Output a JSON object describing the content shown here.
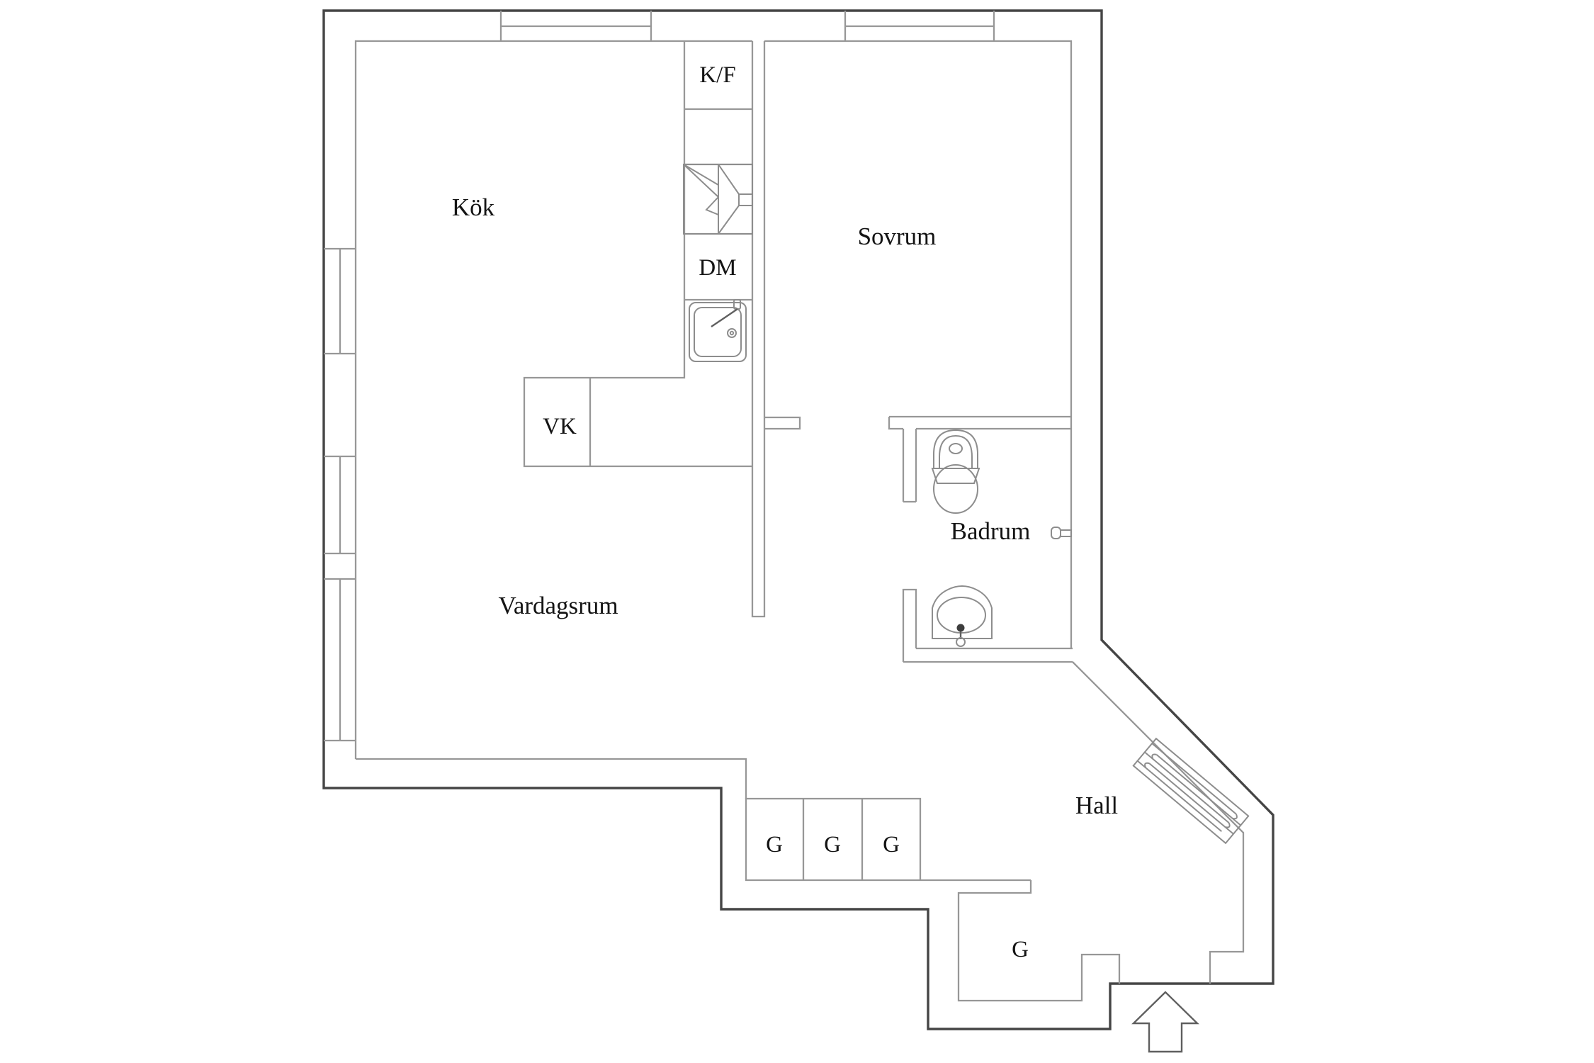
{
  "plan": {
    "type": "apartment-floor-plan",
    "language": "Swedish",
    "colors": {
      "background": "#ffffff",
      "outer_wall": "#454545",
      "interior_wall": "#979797",
      "label_text": "#141414",
      "fixture_shade": "#ebebeb"
    },
    "rooms": {
      "kitchen": "Kök",
      "bedroom": "Sovrum",
      "living_room": "Vardagsrum",
      "bathroom": "Badrum",
      "hall": "Hall"
    },
    "fixtures": {
      "fridge_freezer": "K/F",
      "dishwasher": "DM",
      "vk_unit": "VK",
      "wardrobe_1": "G",
      "wardrobe_2": "G",
      "wardrobe_3": "G",
      "wardrobe_entry": "G"
    },
    "symbols": [
      "window-symbol",
      "extractor-hood-icon",
      "kitchen-sink-icon",
      "toilet-icon",
      "washbasin-icon",
      "wall-handle-icon",
      "radiator-icon",
      "entrance-arrow-icon"
    ]
  }
}
